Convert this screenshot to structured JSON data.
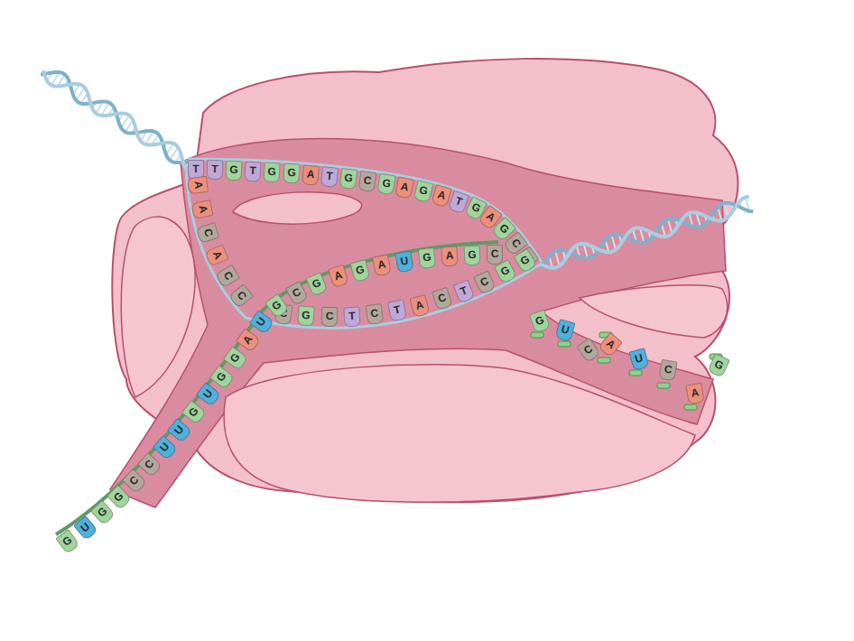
{
  "diagram": {
    "labels": [
      "T",
      "T",
      "G",
      "T",
      "G",
      "G",
      "A",
      "T",
      "G",
      "C",
      "G",
      "A",
      "G",
      "A",
      "T",
      "G",
      "A",
      "G",
      "C",
      "C",
      "A",
      "A",
      "C",
      "A",
      "C",
      "C",
      "C",
      "G",
      "C",
      "T",
      "C",
      "T",
      "A",
      "C",
      "T",
      "C",
      "G",
      "G",
      "G",
      "U",
      "G",
      "G",
      "C",
      "C",
      "U",
      "U",
      "G",
      "U",
      "G",
      "G",
      "A",
      "U",
      "G",
      "C",
      "G",
      "A",
      "G",
      "A",
      "U",
      "G",
      "A",
      "G",
      "C",
      "G",
      "U",
      "C",
      "A",
      "U",
      "C",
      "A",
      "G"
    ]
  }
}
